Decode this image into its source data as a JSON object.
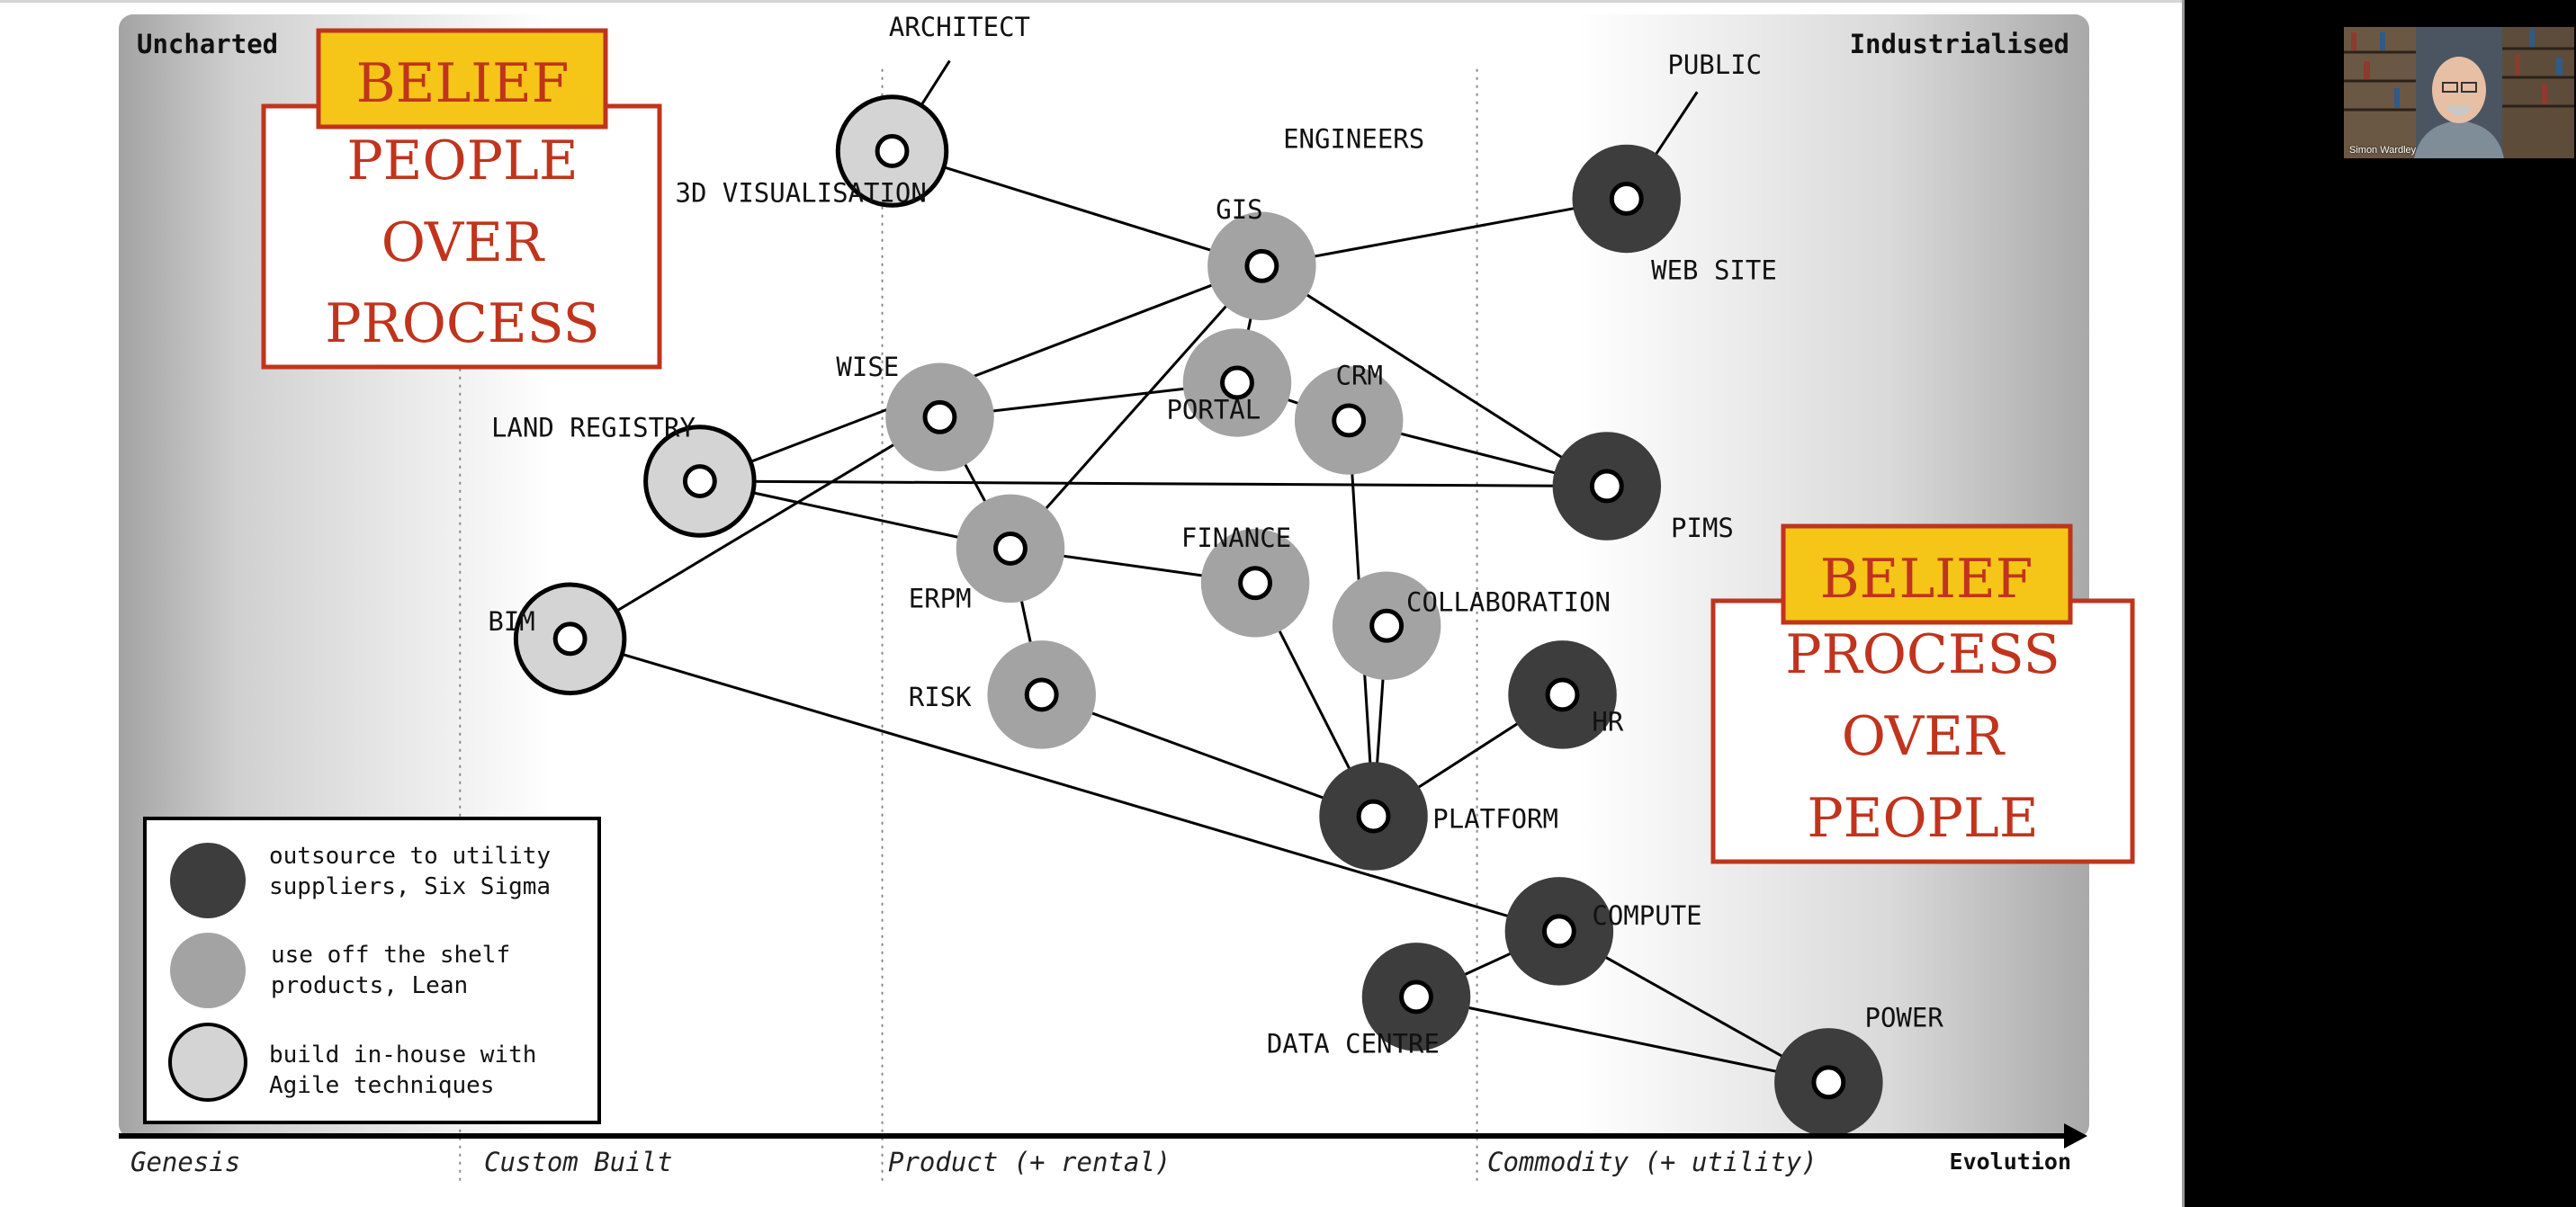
{
  "map": {
    "corner_left": "Uncharted",
    "corner_right": "Industrialised",
    "evolution_label": "Evolution",
    "stages": [
      "Genesis",
      "Custom Built",
      "Product (+ rental)",
      "Commodity (+ utility)"
    ]
  },
  "nodes": [
    {
      "id": "architect",
      "label": "ARCHITECT",
      "style": "agile"
    },
    {
      "id": "3d_visualisation",
      "label": "3D VISUALISATION",
      "style": "agile"
    },
    {
      "id": "engineers",
      "label": "ENGINEERS",
      "style": "none"
    },
    {
      "id": "gis",
      "label": "GIS",
      "style": "lean"
    },
    {
      "id": "public",
      "label": "PUBLIC",
      "style": "none"
    },
    {
      "id": "web_site",
      "label": "WEB SITE",
      "style": "six_sigma"
    },
    {
      "id": "wise",
      "label": "WISE",
      "style": "lean"
    },
    {
      "id": "portal",
      "label": "PORTAL",
      "style": "lean"
    },
    {
      "id": "crm",
      "label": "CRM",
      "style": "lean"
    },
    {
      "id": "land_registry",
      "label": "LAND REGISTRY",
      "style": "agile"
    },
    {
      "id": "pims",
      "label": "PIMS",
      "style": "six_sigma"
    },
    {
      "id": "erpm",
      "label": "ERPM",
      "style": "lean"
    },
    {
      "id": "finance",
      "label": "FINANCE",
      "style": "lean"
    },
    {
      "id": "collaboration",
      "label": "COLLABORATION",
      "style": "lean"
    },
    {
      "id": "bim",
      "label": "BIM",
      "style": "agile"
    },
    {
      "id": "risk",
      "label": "RISK",
      "style": "lean"
    },
    {
      "id": "hr",
      "label": "HR",
      "style": "six_sigma"
    },
    {
      "id": "platform",
      "label": "PLATFORM",
      "style": "six_sigma"
    },
    {
      "id": "compute",
      "label": "COMPUTE",
      "style": "six_sigma"
    },
    {
      "id": "data_centre",
      "label": "DATA CENTRE",
      "style": "six_sigma"
    },
    {
      "id": "power",
      "label": "POWER",
      "style": "six_sigma"
    }
  ],
  "links": [
    [
      "architect",
      "3d_visualisation"
    ],
    [
      "3d_visualisation",
      "gis"
    ],
    [
      "engineers",
      "gis"
    ],
    [
      "public",
      "web_site"
    ],
    [
      "gis",
      "web_site"
    ],
    [
      "gis",
      "portal"
    ],
    [
      "gis",
      "land_registry"
    ],
    [
      "gis",
      "erpm"
    ],
    [
      "gis",
      "pims"
    ],
    [
      "wise",
      "portal"
    ],
    [
      "wise",
      "erpm"
    ],
    [
      "wise",
      "bim"
    ],
    [
      "portal",
      "crm"
    ],
    [
      "crm",
      "pims"
    ],
    [
      "crm",
      "platform"
    ],
    [
      "land_registry",
      "pims"
    ],
    [
      "land_registry",
      "erpm"
    ],
    [
      "erpm",
      "finance"
    ],
    [
      "erpm",
      "risk"
    ],
    [
      "finance",
      "platform"
    ],
    [
      "collaboration",
      "platform"
    ],
    [
      "risk",
      "platform"
    ],
    [
      "bim",
      "compute"
    ],
    [
      "hr",
      "platform"
    ],
    [
      "compute",
      "data_centre"
    ],
    [
      "compute",
      "power"
    ],
    [
      "data_centre",
      "power"
    ]
  ],
  "legend": {
    "six_sigma": "outsource to utility suppliers, Six Sigma",
    "lean": "use off the shelf products, Lean",
    "agile": "build in-house with Agile techniques"
  },
  "belief_left": {
    "tag": "BELIEF",
    "lines": [
      "PEOPLE",
      "OVER",
      "PROCESS"
    ]
  },
  "belief_right": {
    "tag": "BELIEF",
    "lines": [
      "PROCESS",
      "OVER",
      "PEOPLE"
    ]
  },
  "video": {
    "participant_name": "Simon Wardley"
  },
  "colors": {
    "belief_tag_fill": "#f5c518",
    "belief_text": "#c0341d",
    "six_sigma": "#3d3d3d",
    "lean": "#a3a3a3",
    "agile": "#d4d4d4"
  }
}
